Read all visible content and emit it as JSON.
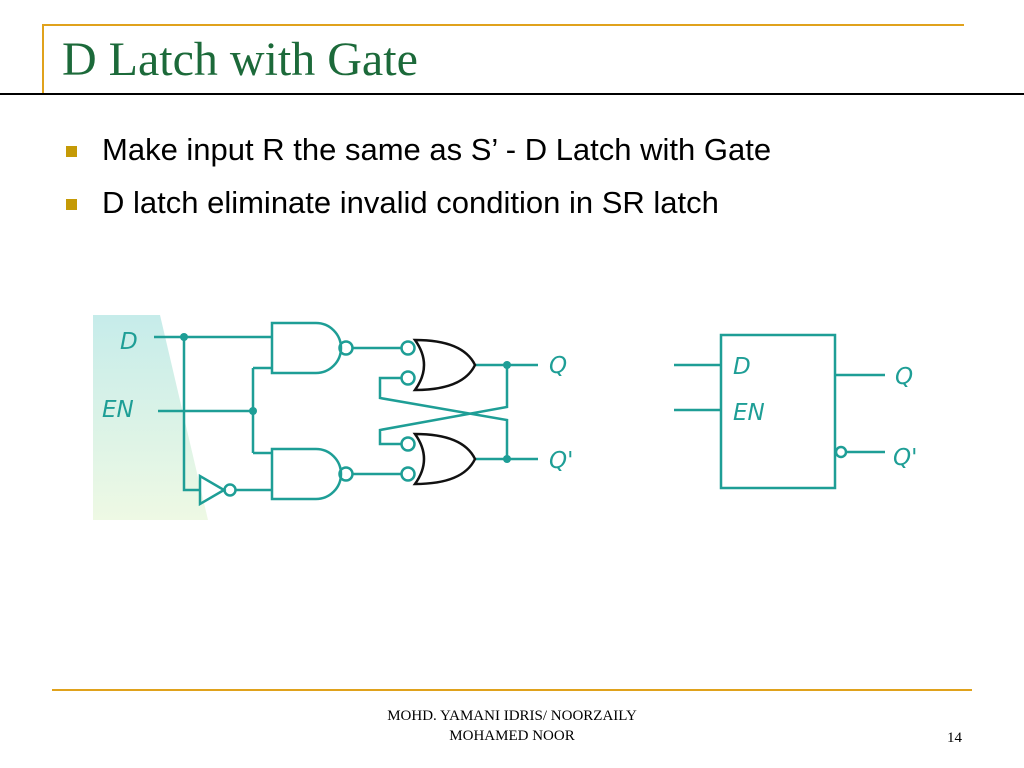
{
  "slide": {
    "title": "D Latch with Gate",
    "bullets": [
      "Make input R the same as S’ - D Latch with Gate",
      "D latch eliminate invalid condition in SR latch"
    ],
    "footer": {
      "credit_line1": "MOHD. YAMANI IDRIS/ NOORZAILY",
      "credit_line2": "MOHAMED NOOR",
      "page_number": "14"
    }
  },
  "diagram": {
    "circuit_labels": {
      "d_input": "D",
      "en_input": "EN",
      "q_output": "Q",
      "q_not_output": "Q'"
    },
    "symbol_labels": {
      "d_pin": "D",
      "en_pin": "EN",
      "q_pin": "Q",
      "q_not_pin": "Q'"
    }
  },
  "colors": {
    "title": "#1c6a3a",
    "accent_rule": "#e0a21c",
    "bullet_square": "#c59a06",
    "circuit_lines": "#1e9e96",
    "latch_gates": "#000000",
    "input_highlight": "#c6ecea"
  }
}
